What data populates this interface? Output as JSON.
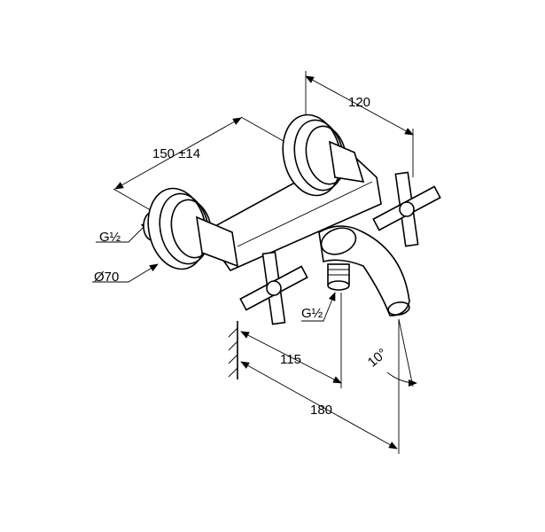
{
  "drawing": {
    "dimensions": {
      "depth_top": "120",
      "spacing": "150 ±14",
      "inlet_thread": "G½",
      "rosette_diameter": "Ø70",
      "outlet_thread": "G½",
      "outlet_projection": "115",
      "spout_projection": "180",
      "spout_angle": "10°"
    }
  }
}
